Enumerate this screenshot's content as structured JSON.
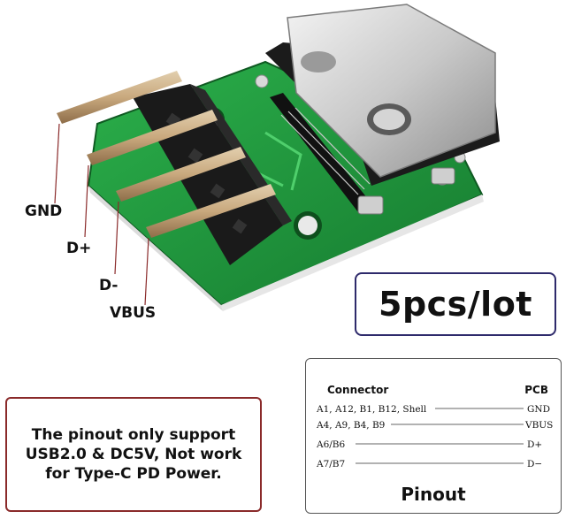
{
  "pin_labels": {
    "gnd": "GND",
    "dplus": "D+",
    "dminus": "D-",
    "vbus": "VBUS"
  },
  "lot_label": "5pcs/lot",
  "note": "The pinout only support\nUSB2.0 & DC5V, Not work\nfor Type-C PD Power.",
  "pinout": {
    "header_left": "Connector",
    "header_right": "PCB",
    "rows": [
      {
        "connector": "A1, A12, B1, B12, Shell",
        "pcb": "GND"
      },
      {
        "connector": "A4, A9, B4, B9",
        "pcb": "VBUS"
      },
      {
        "connector": "A6/B6",
        "pcb": "D+"
      },
      {
        "connector": "A7/B7",
        "pcb": "D−"
      }
    ],
    "title": "Pinout"
  },
  "colors": {
    "pcb_green": "#1f9a3c",
    "lot_border": "#2e2a6b",
    "note_border": "#8a2a2a",
    "pin_brass": "#c9a97e"
  }
}
